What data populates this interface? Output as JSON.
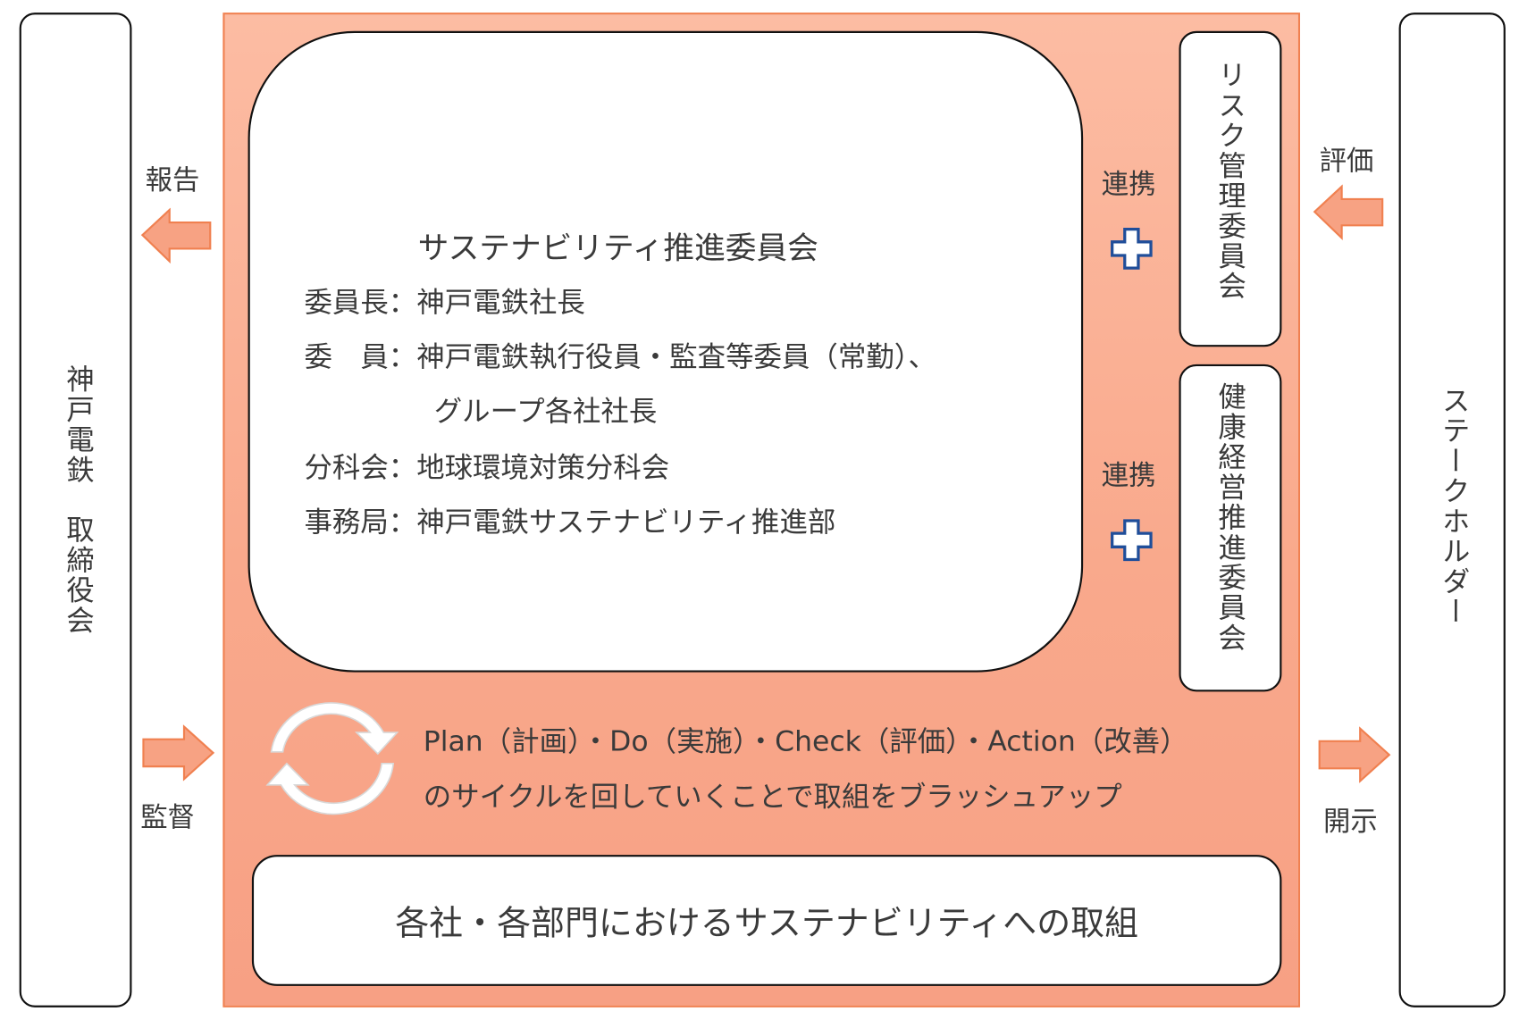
{
  "left_box": {
    "label": "神戸電鉄　取締役会"
  },
  "right_box": {
    "label": "ステークホルダー"
  },
  "arrows": {
    "report": "報告",
    "supervise": "監督",
    "evaluate": "評価",
    "disclose": "開示"
  },
  "committee": {
    "title": "サステナビリティ推進委員会",
    "lines": [
      "委員長：神戸電鉄社長",
      "委　員：神戸電鉄執行役員・監査等委員（常勤）、",
      "グループ各社社長",
      "分科会：地球環境対策分科会",
      "事務局：神戸電鉄サステナビリティ推進部"
    ]
  },
  "linked": [
    {
      "label": "連携",
      "committee": "リスク管理委員会"
    },
    {
      "label": "連携",
      "committee": "健康経営推進委員会"
    }
  ],
  "pdca": {
    "line1": "Plan（計画）・Do（実施）・Check（評価）・Action（改善）",
    "line2": "のサイクルを回していくことで取組をブラッシュアップ"
  },
  "bottom": {
    "label": "各社・各部門におけるサステナビリティへの取組"
  },
  "colors": {
    "panel": "#f9a98c",
    "border": "#f08050",
    "plus": "#1f4e9a"
  }
}
